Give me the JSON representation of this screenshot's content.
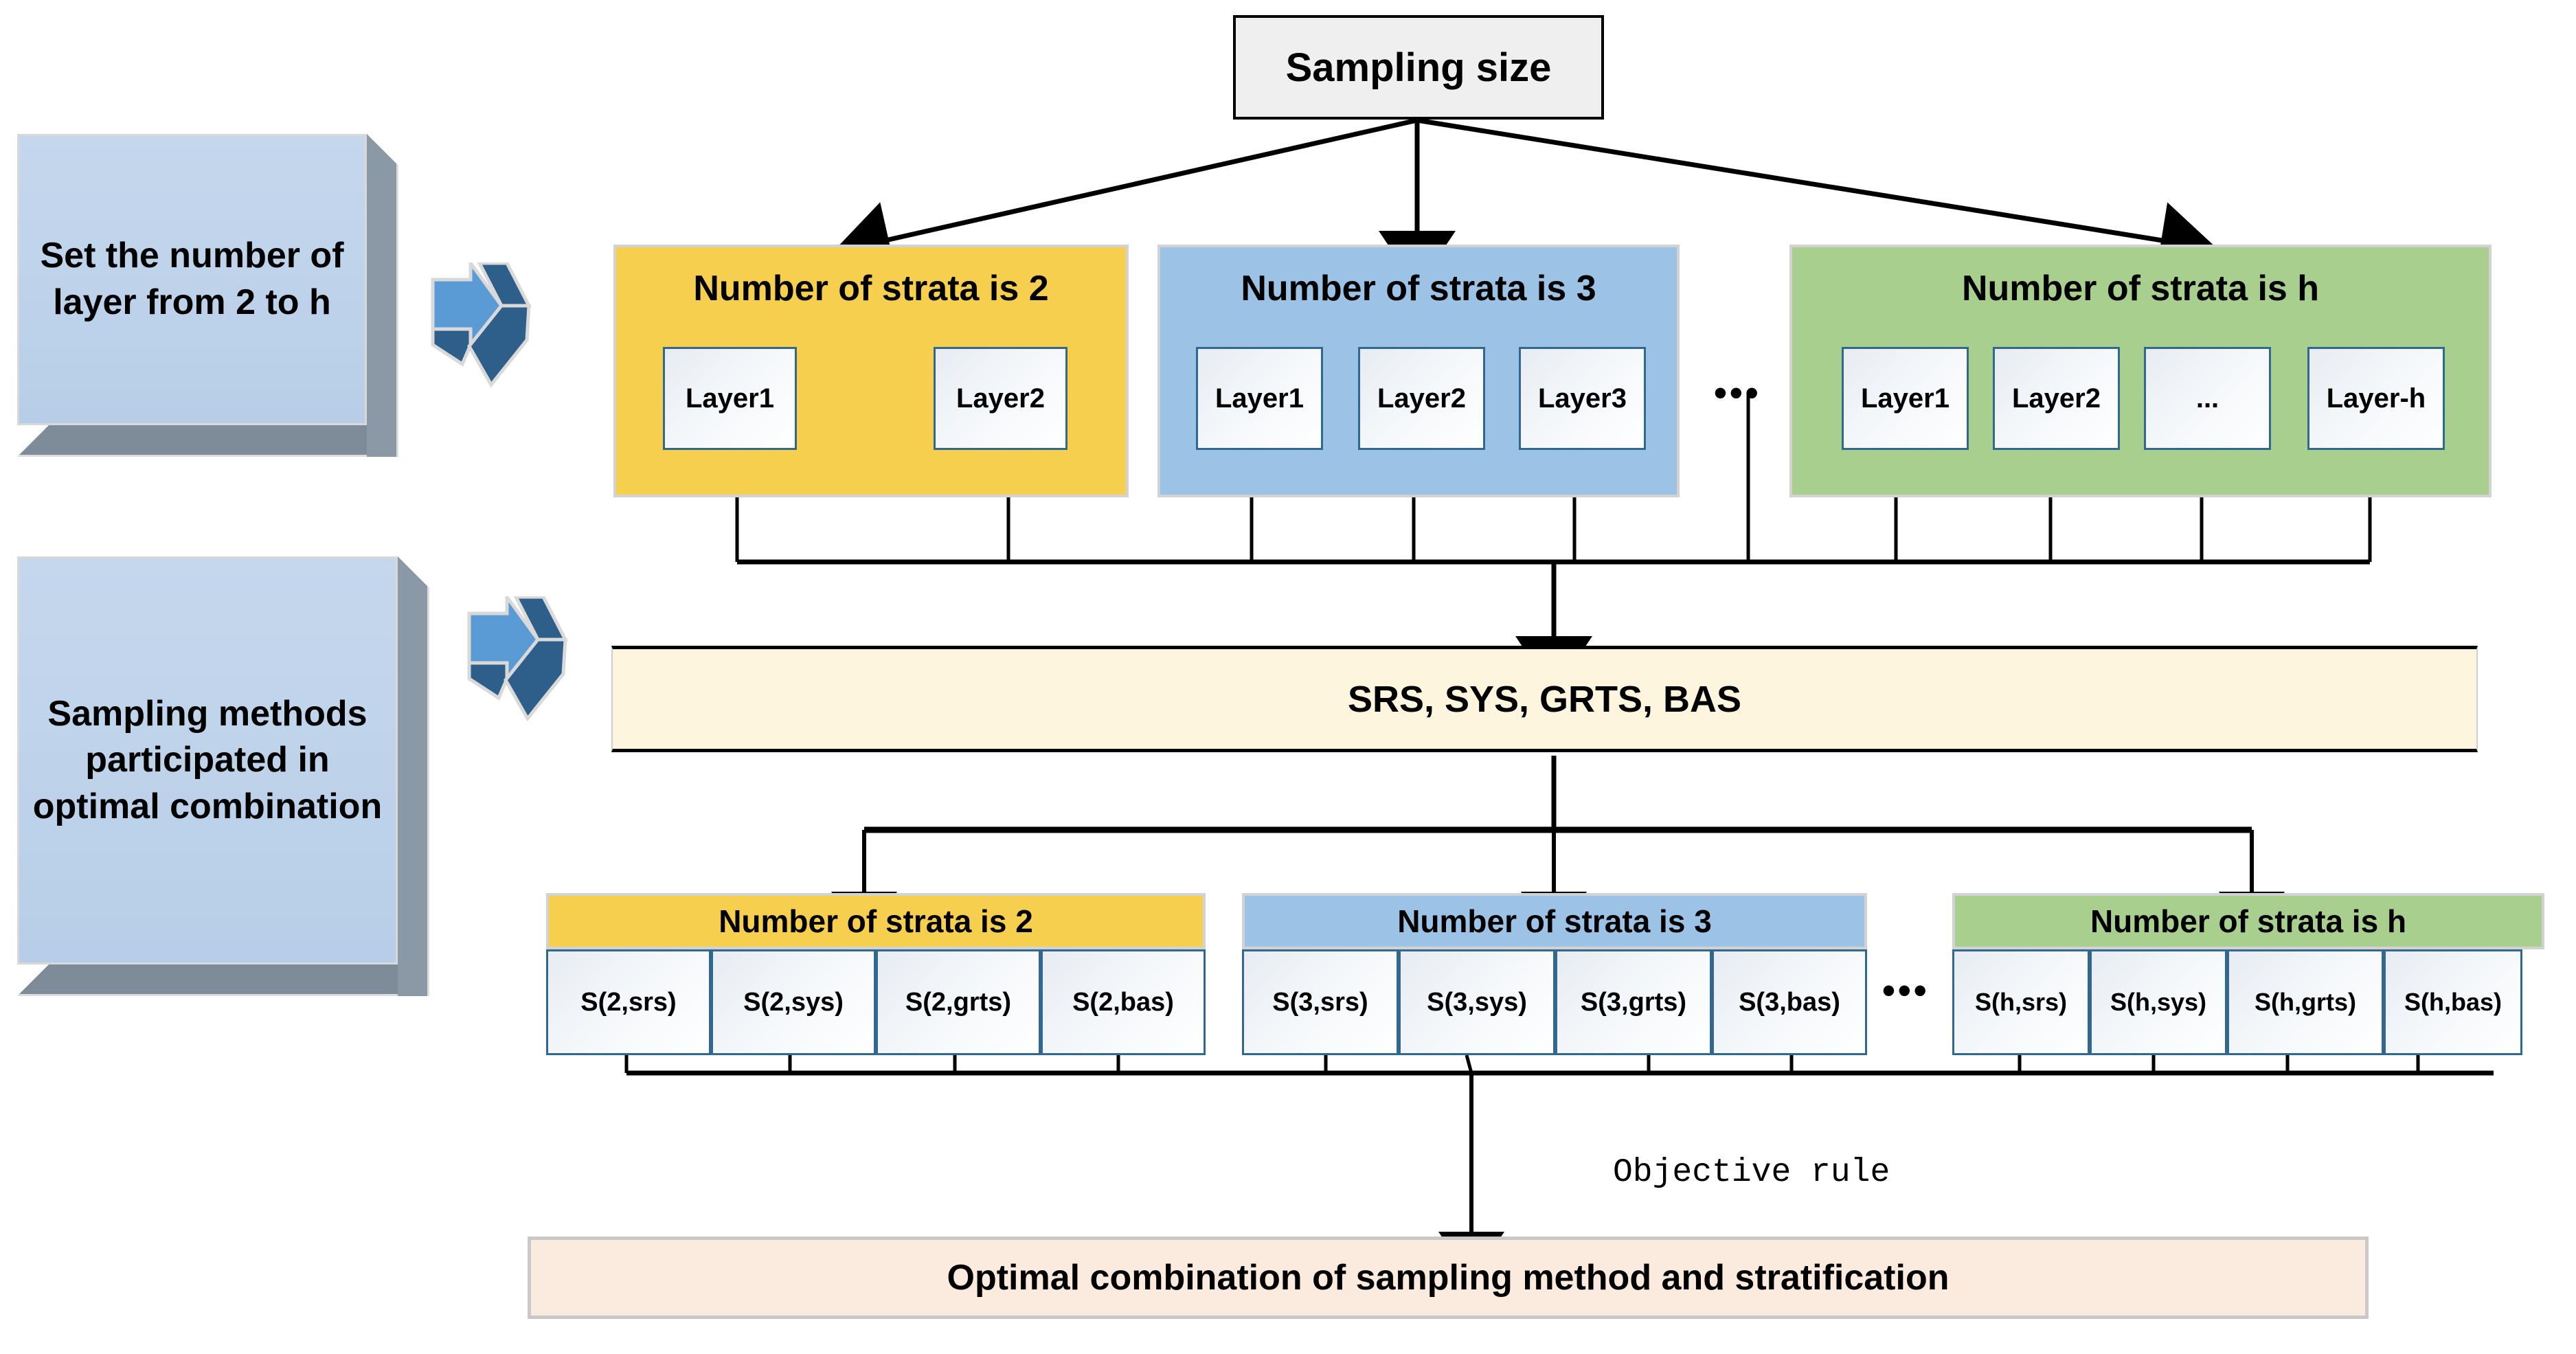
{
  "top": {
    "label": "Sampling size"
  },
  "side_labels": [
    {
      "id": "set-layers",
      "text": "Set the number of layer from 2 to h"
    },
    {
      "id": "sampling-methods",
      "text": "Sampling methods participated in optimal combination"
    }
  ],
  "strata_row": {
    "ellipsis": "•••",
    "groups": [
      {
        "id": "strata-2",
        "title": "Number of strata is 2",
        "color": "#f6cf4f",
        "layers": [
          "Layer1",
          "Layer2"
        ]
      },
      {
        "id": "strata-3",
        "title": "Number of strata is 3",
        "color": "#9cc3e5",
        "layers": [
          "Layer1",
          "Layer2",
          "Layer3"
        ]
      },
      {
        "id": "strata-h",
        "title": "Number of strata is h",
        "color": "#a9cf8f",
        "layers": [
          "Layer1",
          "Layer2",
          "...",
          "Layer-h"
        ]
      }
    ]
  },
  "method_bar": {
    "label": "SRS, SYS, GRTS, BAS"
  },
  "combo_row": {
    "ellipsis": "•••",
    "groups": [
      {
        "id": "combo-2",
        "title": "Number of strata is 2",
        "color": "#f6cf4f",
        "cells": [
          "S(2,srs)",
          "S(2,sys)",
          "S(2,grts)",
          "S(2,bas)"
        ]
      },
      {
        "id": "combo-3",
        "title": "Number of strata is 3",
        "color": "#9cc3e5",
        "cells": [
          "S(3,srs)",
          "S(3,sys)",
          "S(3,grts)",
          "S(3,bas)"
        ]
      },
      {
        "id": "combo-h",
        "title": "Number of strata is h",
        "color": "#a9cf8f",
        "cells": [
          "S(h,srs)",
          "S(h,sys)",
          "S(h,grts)",
          "S(h,bas)"
        ]
      }
    ]
  },
  "objective_rule": {
    "label": "Objective rule"
  },
  "final": {
    "label": "Optimal combination of sampling method and stratification"
  },
  "colors": {
    "yellow": "#f6cf4f",
    "blue": "#9cc3e5",
    "green": "#a9cf8f",
    "layer_border": "#31688f",
    "side_box_fill": "#c5d7ed",
    "side_box_shadow": "#7e8b99",
    "method_bar_fill": "#fdf5dd",
    "final_fill": "#fbeade",
    "arrow_light": "#5b9bd5",
    "arrow_dark": "#2e5f8a",
    "line": "#000000"
  }
}
